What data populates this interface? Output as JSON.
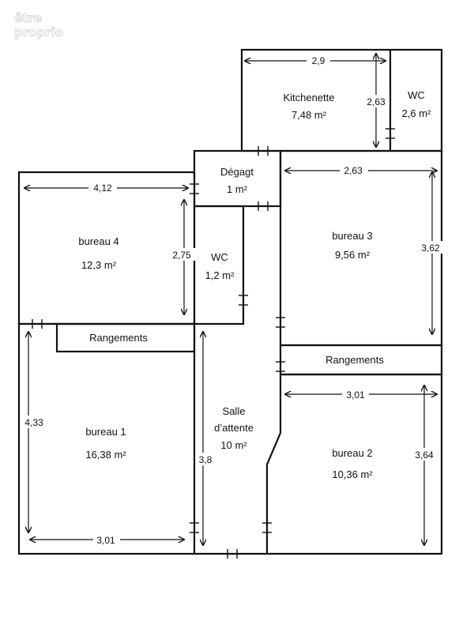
{
  "logo": {
    "line1": "être",
    "line2": "proprio"
  },
  "rooms": {
    "kitchenette": {
      "name": "Kitchenette",
      "area": "7,48 m²"
    },
    "wc_top": {
      "name": "WC",
      "area": "2,6 m²"
    },
    "degagt": {
      "name": "Dégagt",
      "area": "1 m²"
    },
    "bureau4": {
      "name": "bureau 4",
      "area": "12,3 m²"
    },
    "wc_mid": {
      "name": "WC",
      "area": "1,2 m²"
    },
    "bureau3": {
      "name": "bureau 3",
      "area": "9,56 m²"
    },
    "rangements_left": {
      "name": "Rangements"
    },
    "rangements_right": {
      "name": "Rangements"
    },
    "salle": {
      "name_line1": "Salle",
      "name_line2": "d’attente",
      "area": "10 m²"
    },
    "bureau1": {
      "name": "bureau 1",
      "area": "16,38 m²"
    },
    "bureau2": {
      "name": "bureau 2",
      "area": "10,36 m²"
    }
  },
  "dimensions": {
    "kitchenette_width": "2,9",
    "kitchenette_height": "2,63",
    "bureau3_width": "2,63",
    "bureau3_height": "3,62",
    "bureau4_width": "4,12",
    "bureau4_height": "2,75",
    "bureau1_height": "4,33",
    "bureau1_width": "3,01",
    "salle_height": "3,8",
    "bureau2_width": "3,01",
    "bureau2_height": "3,64"
  }
}
